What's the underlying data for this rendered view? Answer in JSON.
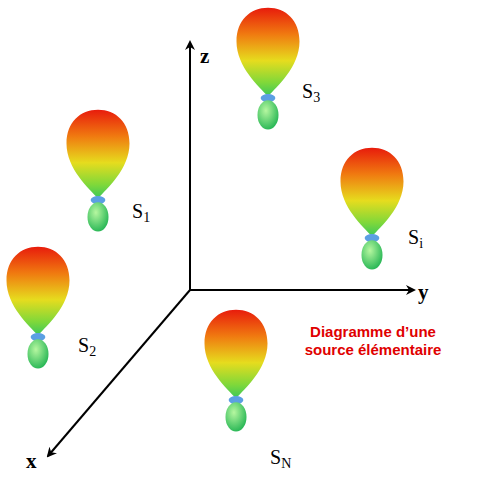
{
  "diagram": {
    "labels": [
      "z",
      "S1",
      "S2",
      "S3",
      "Si",
      "y",
      "Diagramme d’une source élémentaire",
      "SN",
      "x"
    ]
  }
}
